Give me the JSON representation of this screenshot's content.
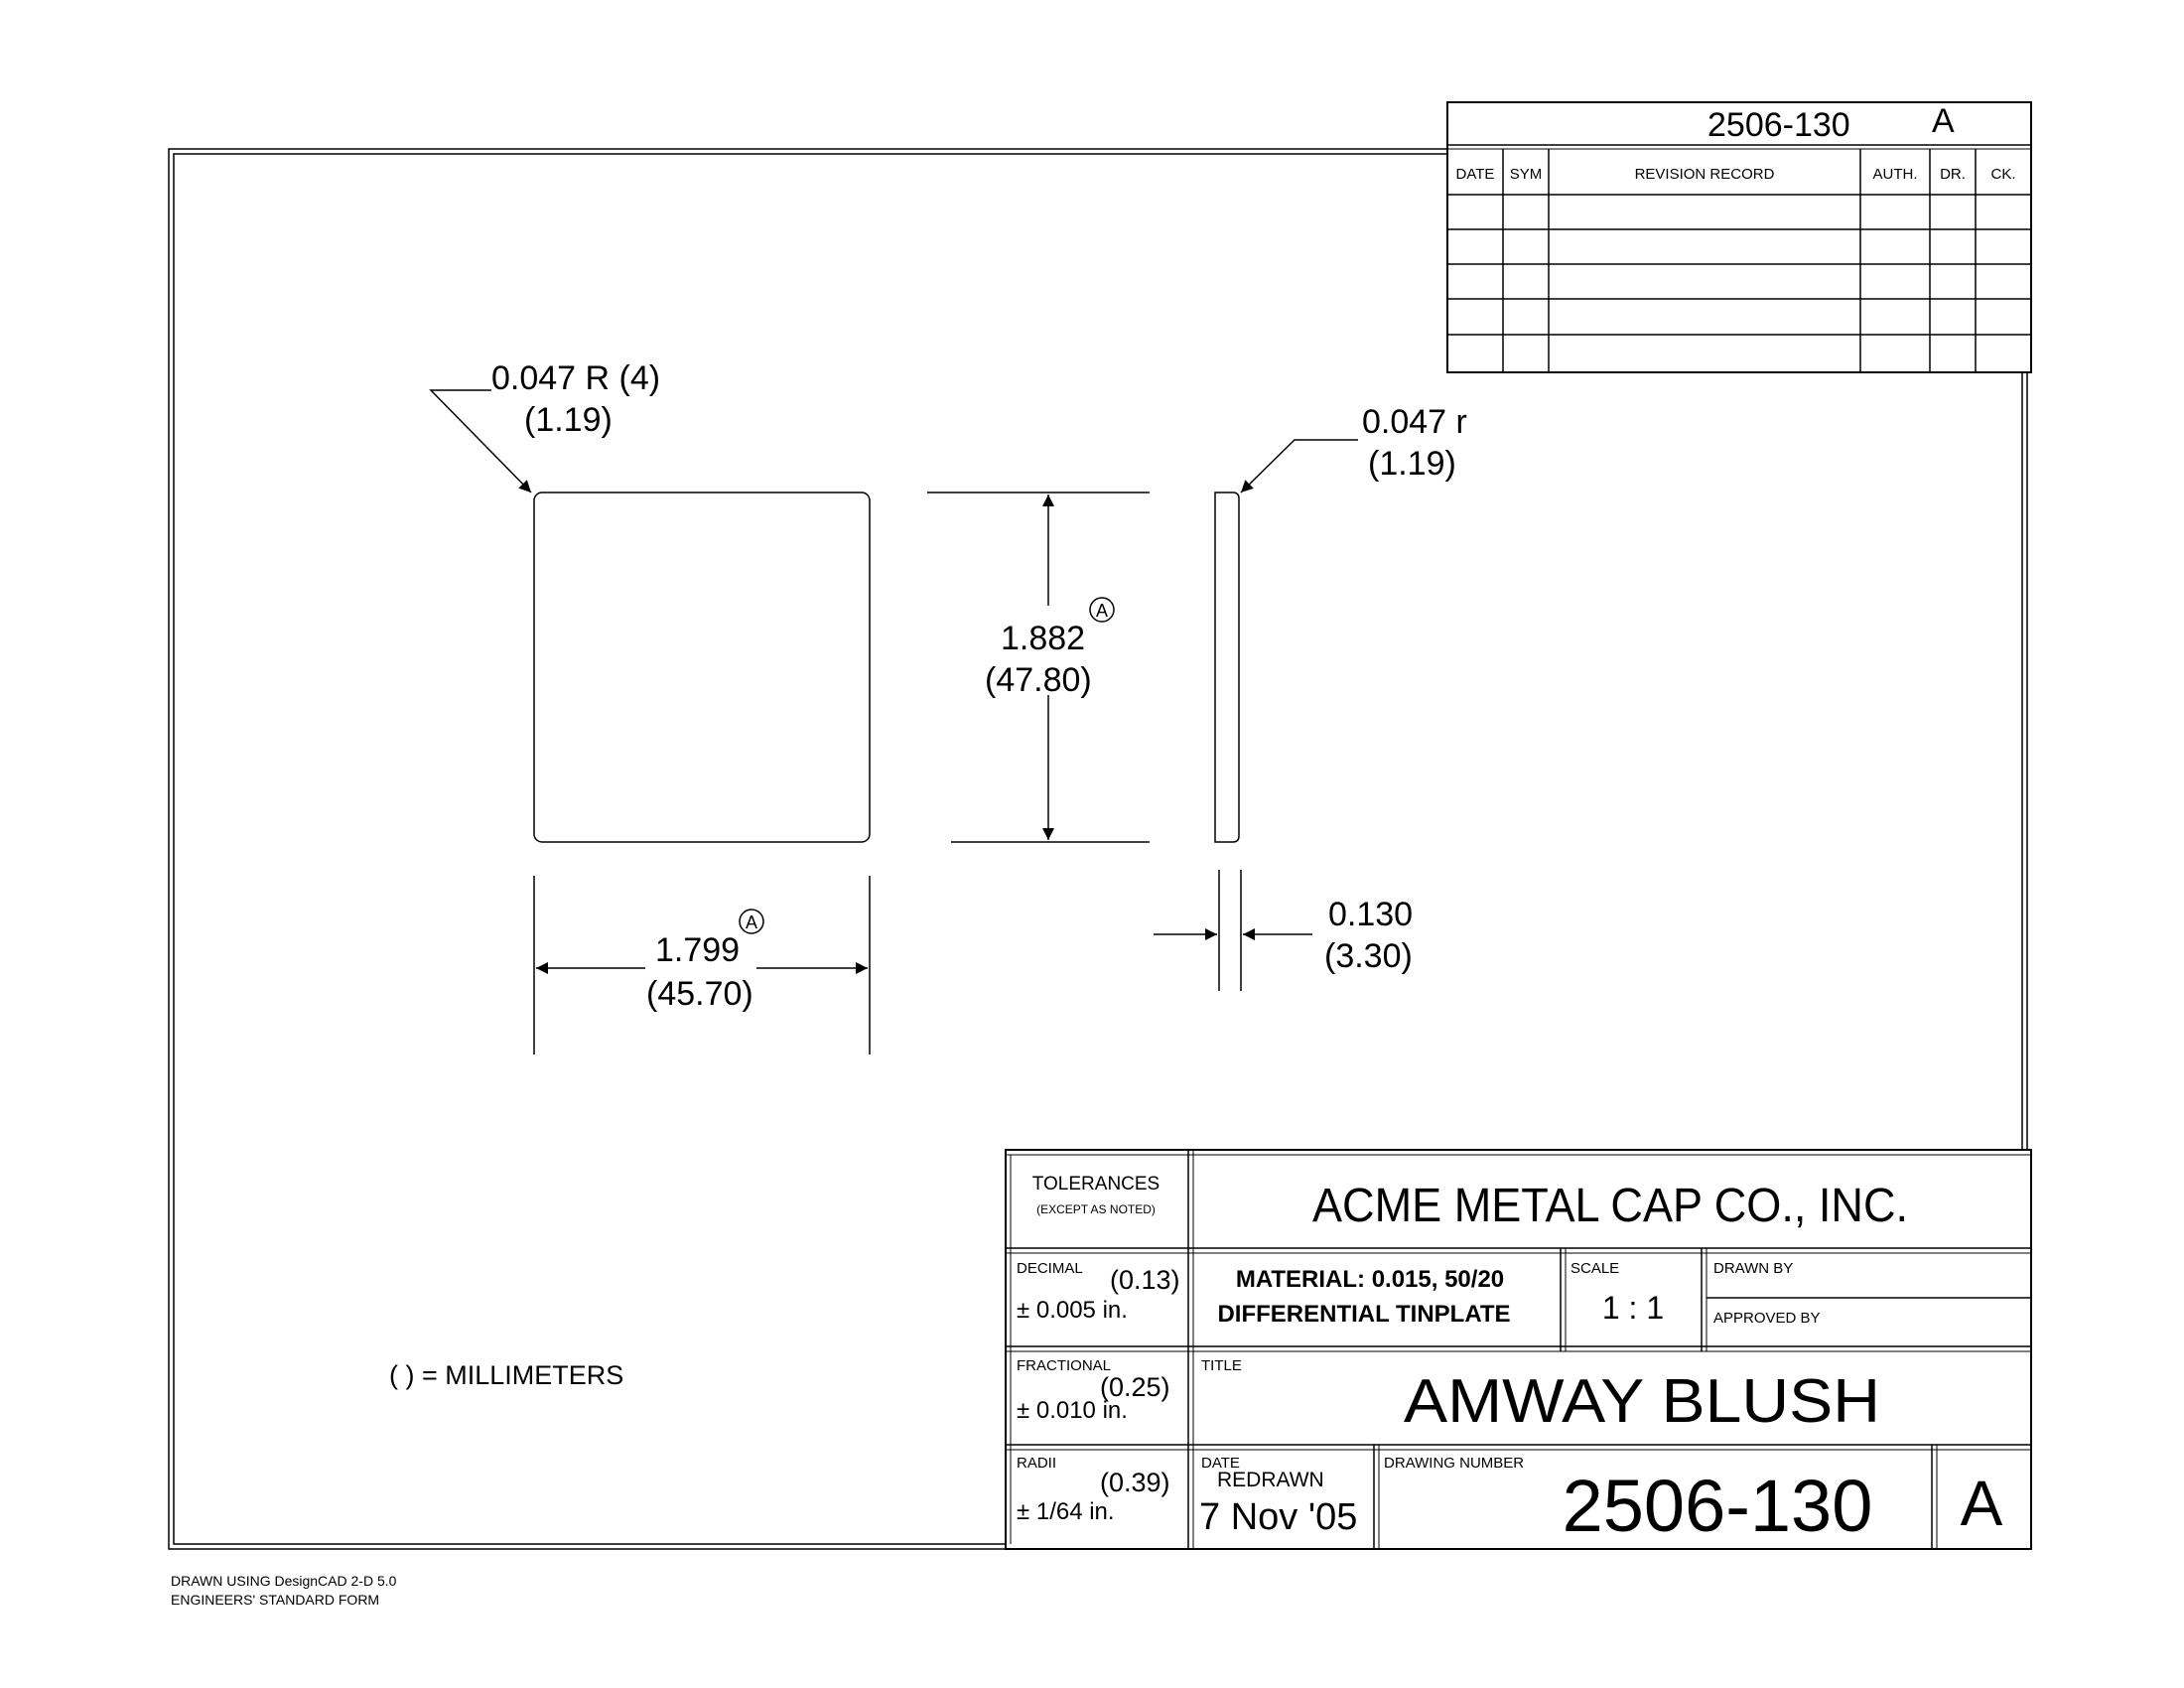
{
  "revision_block": {
    "drawing_number": "2506-130",
    "revision_letter": "A",
    "headers": [
      "DATE",
      "SYM",
      "REVISION RECORD",
      "AUTH.",
      "DR.",
      "CK."
    ]
  },
  "dimensions": {
    "corner_radius": {
      "in": "0.047 R (4)",
      "mm": "(1.19)"
    },
    "edge_radius": {
      "in": "0.047 r",
      "mm": "(1.19)"
    },
    "height": {
      "in": "1.882",
      "mm": "(47.80)",
      "marker": "A"
    },
    "width": {
      "in": "1.799",
      "mm": "(45.70)",
      "marker": "A"
    },
    "thickness": {
      "in": "0.130",
      "mm": "(3.30)"
    }
  },
  "notes": {
    "units": "( ) = MILLIMETERS",
    "footer_line1": "DRAWN USING DesignCAD 2-D 5.0",
    "footer_line2": "ENGINEERS' STANDARD FORM"
  },
  "title_block": {
    "tolerances_label": "TOLERANCES",
    "tolerances_sub": "(EXCEPT AS NOTED)",
    "company": "ACME METAL CAP CO., INC.",
    "decimal_label": "DECIMAL",
    "decimal_mm": "(0.13)",
    "decimal_value": "± 0.005 in.",
    "material_line1": "MATERIAL: 0.015, 50/20",
    "material_line2": "DIFFERENTIAL TINPLATE",
    "scale_label": "SCALE",
    "scale_value": "1 : 1",
    "drawn_by_label": "DRAWN BY",
    "approved_by_label": "APPROVED BY",
    "fractional_label": "FRACTIONAL",
    "fractional_mm": "(0.25)",
    "fractional_value": "± 0.010 in.",
    "title_label": "TITLE",
    "title": "AMWAY BLUSH",
    "radii_label": "RADII",
    "radii_mm": "(0.39)",
    "radii_value": "± 1/64 in.",
    "date_label": "DATE",
    "date_note": "REDRAWN",
    "date_value": "7 Nov '05",
    "drawing_number_label": "DRAWING NUMBER",
    "drawing_number": "2506-130",
    "revision": "A"
  }
}
